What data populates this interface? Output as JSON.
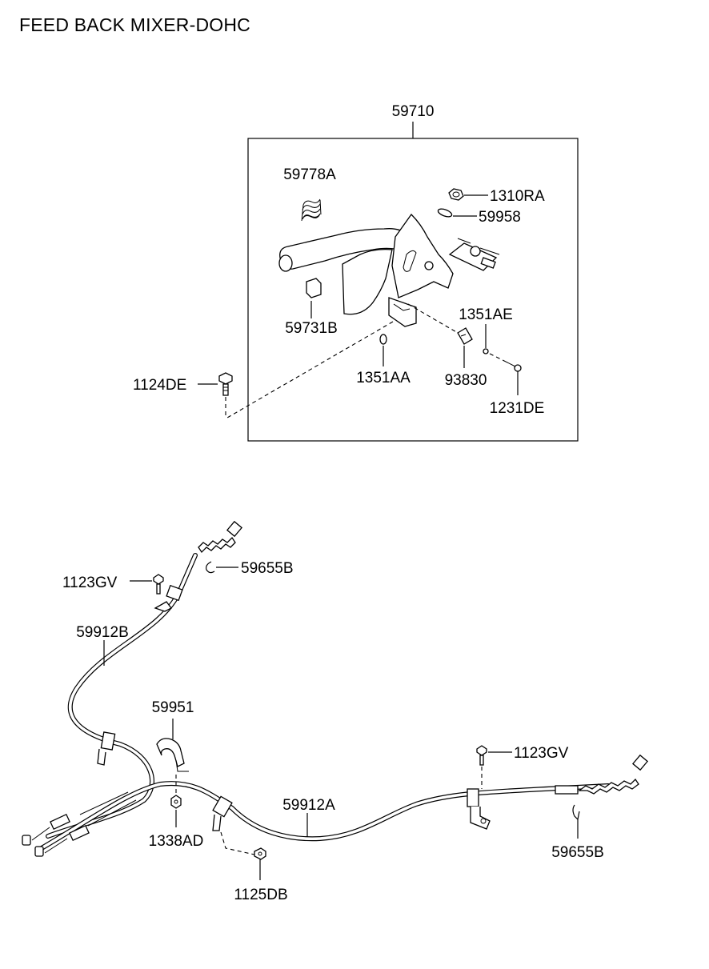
{
  "title": "FEED BACK MIXER-DOHC",
  "labels": {
    "p59710": "59710",
    "p59778A": "59778A",
    "p1310RA": "1310RA",
    "p59958": "59958",
    "p59731B": "59731B",
    "p1351AE": "1351AE",
    "p1351AA": "1351AA",
    "p93830": "93830",
    "p1231DE": "1231DE",
    "p1124DE": "1124DE",
    "p59655B_top": "59655B",
    "p1123GV_left": "1123GV",
    "p59912B": "59912B",
    "p59951": "59951",
    "p1123GV_right": "1123GV",
    "p59912A": "59912A",
    "p1338AD": "1338AD",
    "p59655B_bottom": "59655B",
    "p1125DB": "1125DB"
  }
}
